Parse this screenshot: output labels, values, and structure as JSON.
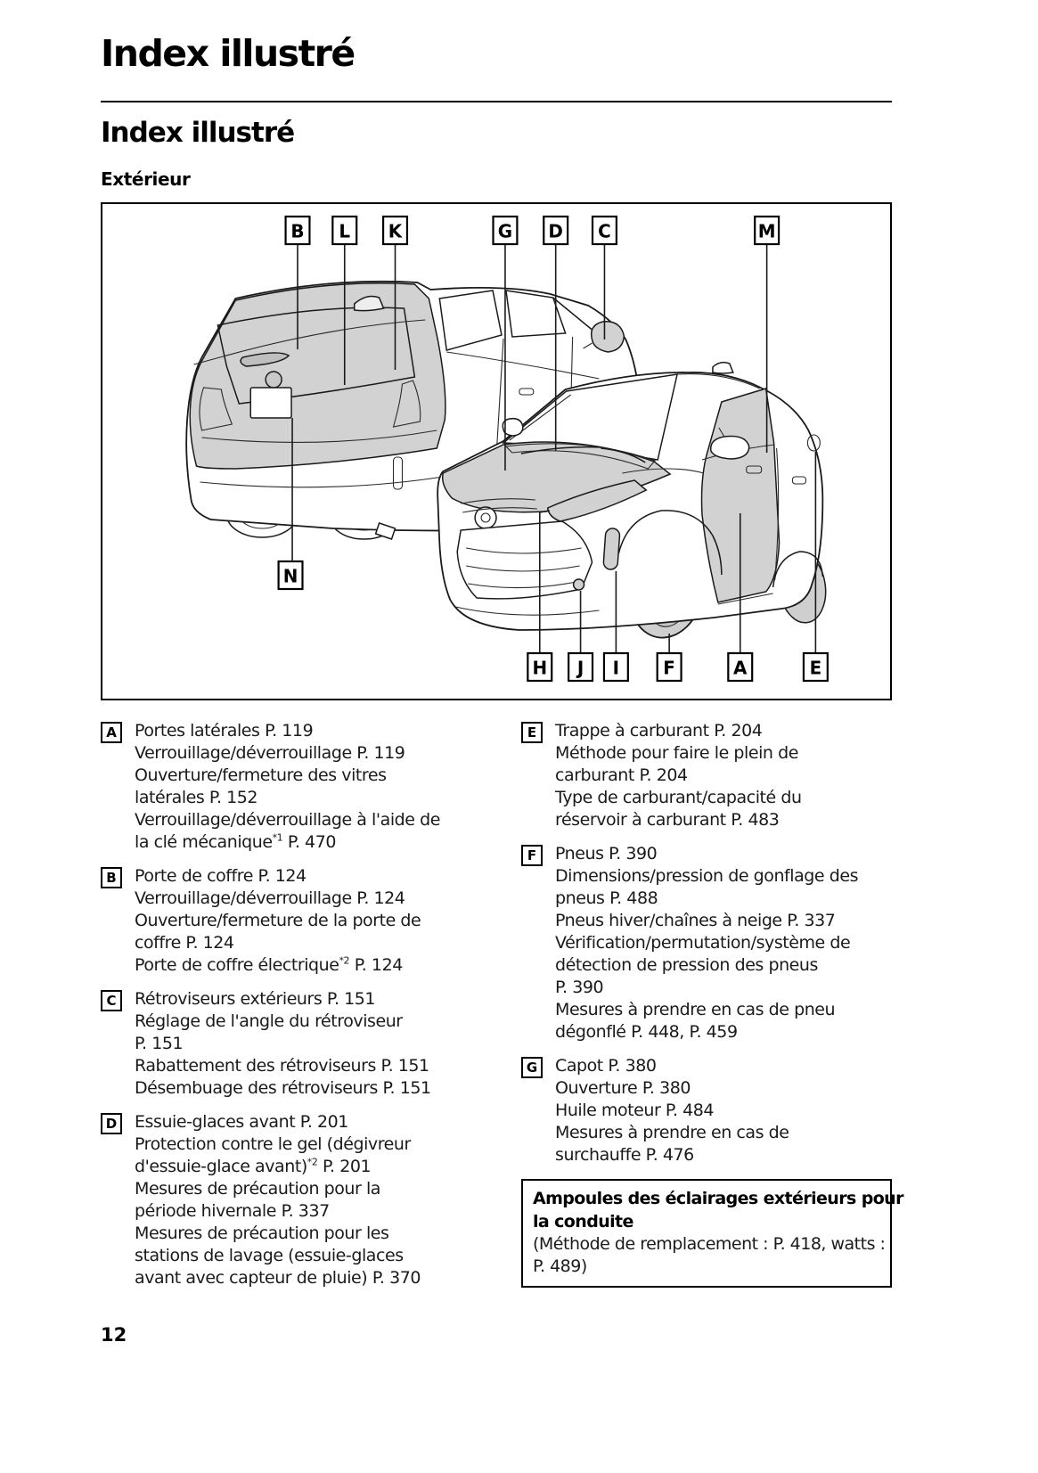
{
  "page": {
    "title": "Index illustré",
    "section_title": "Index illustré",
    "subsection": "Extérieur",
    "page_number": "12"
  },
  "diagram": {
    "top_labels": [
      "B",
      "L",
      "K",
      "G",
      "D",
      "C",
      "M"
    ],
    "bottom_labels": [
      "H",
      "J",
      "I",
      "F",
      "A",
      "E"
    ],
    "side_labels": [
      "N"
    ],
    "shade_color": "#d2d2d2",
    "line_color": "#1a1a1a"
  },
  "items_left": [
    {
      "letter": "A",
      "lines": [
        "Portes latérales P. 119",
        "Verrouillage/déverrouillage P. 119",
        "Ouverture/fermeture des vitres",
        "latérales P. 152",
        "Verrouillage/déverrouillage à l'aide de",
        "la clé mécanique^{*1} P. 470"
      ]
    },
    {
      "letter": "B",
      "lines": [
        "Porte de coffre P. 124",
        "Verrouillage/déverrouillage P. 124",
        "Ouverture/fermeture de la porte de",
        "coffre P. 124",
        "Porte de coffre électrique^{*2} P. 124"
      ]
    },
    {
      "letter": "C",
      "lines": [
        "Rétroviseurs extérieurs P. 151",
        "Réglage de l'angle du rétroviseur",
        "P. 151",
        "Rabattement des rétroviseurs P. 151",
        "Désembuage des rétroviseurs P. 151"
      ]
    },
    {
      "letter": "D",
      "lines": [
        "Essuie-glaces avant P. 201",
        "Protection contre le gel (dégivreur",
        "d'essuie-glace avant)^{*2} P. 201",
        "Mesures de précaution pour la",
        "période hivernale P. 337",
        "Mesures de précaution pour les",
        "stations de lavage (essuie-glaces",
        "avant avec capteur de pluie) P. 370"
      ]
    }
  ],
  "items_right": [
    {
      "letter": "E",
      "lines": [
        "Trappe à carburant P. 204",
        "Méthode pour faire le plein de",
        "carburant P. 204",
        "Type de carburant/capacité du",
        "réservoir à carburant P. 483"
      ]
    },
    {
      "letter": "F",
      "lines": [
        "Pneus P. 390",
        "Dimensions/pression de gonflage des",
        "pneus P. 488",
        "Pneus hiver/chaînes à neige P. 337",
        "Vérification/permutation/système de",
        "détection de pression des pneus",
        "P. 390",
        "Mesures à prendre en cas de pneu",
        "dégonflé P. 448, P. 459"
      ]
    },
    {
      "letter": "G",
      "lines": [
        "Capot P. 380",
        "Ouverture P. 380",
        "Huile moteur P. 484",
        "Mesures à prendre en cas de",
        "surchauffe P. 476"
      ]
    }
  ],
  "note_box": {
    "title_lines": [
      "Ampoules des éclairages extérieurs pour",
      "la conduite"
    ],
    "body_lines": [
      "(Méthode de remplacement : P. 418, watts :",
      "P. 489)"
    ]
  }
}
